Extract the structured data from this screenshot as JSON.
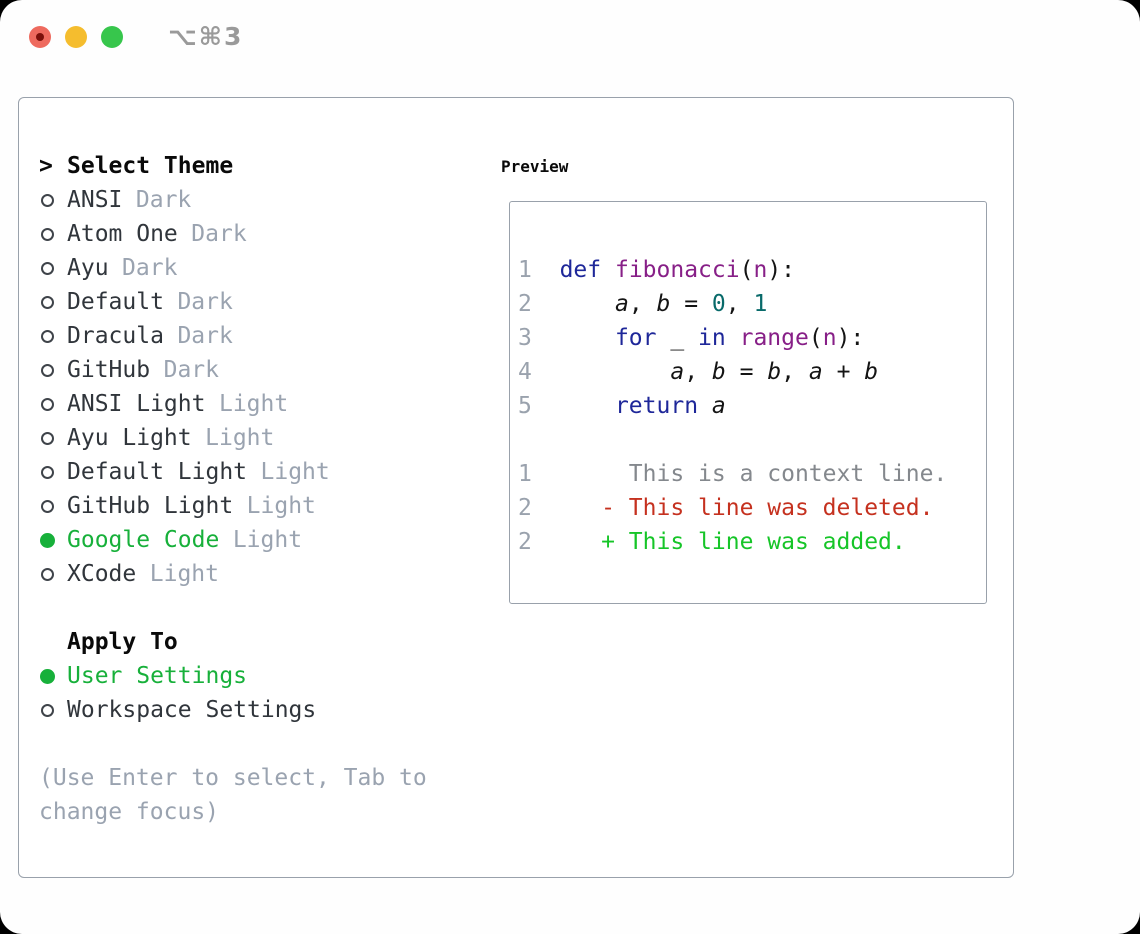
{
  "window": {
    "title_shortcut": "⌥⌘3"
  },
  "colors": {
    "window_red": "#ee6a5e",
    "window_red_dot": "#7b100a",
    "window_yellow": "#f5bd2e",
    "window_green": "#37c64c",
    "shortcut_gray": "#9a9a9a",
    "panel_border": "#99a1ab",
    "text_header": "#0a0a0a",
    "text_primary": "#30353b",
    "text_muted": "#9aa3b0",
    "accent_green": "#17b03a",
    "code_keyword": "#1e2799",
    "code_name": "#871f87",
    "code_number": "#086a6a",
    "code_plain": "#141414",
    "code_lineno": "#9aa2ad",
    "diff_context": "#84888d",
    "diff_deleted": "#c5311f",
    "diff_added": "#16c528"
  },
  "theme_list": {
    "header_marker": ">",
    "header": "Select Theme",
    "items": [
      {
        "name": "ANSI",
        "variant": "Dark",
        "selected": false
      },
      {
        "name": "Atom One",
        "variant": "Dark",
        "selected": false
      },
      {
        "name": "Ayu",
        "variant": "Dark",
        "selected": false
      },
      {
        "name": "Default",
        "variant": "Dark",
        "selected": false
      },
      {
        "name": "Dracula",
        "variant": "Dark",
        "selected": false
      },
      {
        "name": "GitHub",
        "variant": "Dark",
        "selected": false
      },
      {
        "name": "ANSI Light",
        "variant": "Light",
        "selected": false
      },
      {
        "name": "Ayu Light",
        "variant": "Light",
        "selected": false
      },
      {
        "name": "Default Light",
        "variant": "Light",
        "selected": false
      },
      {
        "name": "GitHub Light",
        "variant": "Light",
        "selected": false
      },
      {
        "name": "Google Code",
        "variant": "Light",
        "selected": true
      },
      {
        "name": "XCode",
        "variant": "Light",
        "selected": false
      }
    ]
  },
  "apply_to": {
    "title": "Apply To",
    "items": [
      {
        "label": "User Settings",
        "selected": true
      },
      {
        "label": "Workspace Settings",
        "selected": false
      }
    ]
  },
  "footer_hint": "(Use Enter to select, Tab to\nchange focus)",
  "preview": {
    "title": "Preview",
    "lines": [
      {
        "tokens": [
          {
            "t": "1",
            "c": "ln"
          },
          {
            "t": "  ",
            "c": "pl"
          },
          {
            "t": "def",
            "c": "kw"
          },
          {
            "t": " ",
            "c": "pl"
          },
          {
            "t": "fibonacci",
            "c": "nm"
          },
          {
            "t": "(",
            "c": "pl"
          },
          {
            "t": "n",
            "c": "nm"
          },
          {
            "t": "):",
            "c": "pl"
          }
        ]
      },
      {
        "tokens": [
          {
            "t": "2",
            "c": "ln"
          },
          {
            "t": "      ",
            "c": "pl"
          },
          {
            "t": "a",
            "c": "var"
          },
          {
            "t": ", ",
            "c": "pl"
          },
          {
            "t": "b",
            "c": "var"
          },
          {
            "t": " = ",
            "c": "pl"
          },
          {
            "t": "0",
            "c": "num"
          },
          {
            "t": ", ",
            "c": "pl"
          },
          {
            "t": "1",
            "c": "num"
          }
        ]
      },
      {
        "tokens": [
          {
            "t": "3",
            "c": "ln"
          },
          {
            "t": "      ",
            "c": "pl"
          },
          {
            "t": "for",
            "c": "kw"
          },
          {
            "t": " _ ",
            "c": "pl"
          },
          {
            "t": "in",
            "c": "kw"
          },
          {
            "t": " ",
            "c": "pl"
          },
          {
            "t": "range",
            "c": "nm"
          },
          {
            "t": "(",
            "c": "pl"
          },
          {
            "t": "n",
            "c": "nm"
          },
          {
            "t": "):",
            "c": "pl"
          }
        ]
      },
      {
        "tokens": [
          {
            "t": "4",
            "c": "ln"
          },
          {
            "t": "          ",
            "c": "pl"
          },
          {
            "t": "a",
            "c": "var"
          },
          {
            "t": ", ",
            "c": "pl"
          },
          {
            "t": "b",
            "c": "var"
          },
          {
            "t": " = ",
            "c": "pl"
          },
          {
            "t": "b",
            "c": "var"
          },
          {
            "t": ", ",
            "c": "pl"
          },
          {
            "t": "a",
            "c": "var"
          },
          {
            "t": " + ",
            "c": "pl"
          },
          {
            "t": "b",
            "c": "var"
          }
        ]
      },
      {
        "tokens": [
          {
            "t": "5",
            "c": "ln"
          },
          {
            "t": "      ",
            "c": "pl"
          },
          {
            "t": "return",
            "c": "kw"
          },
          {
            "t": " ",
            "c": "pl"
          },
          {
            "t": "a",
            "c": "var"
          }
        ]
      },
      {
        "tokens": []
      },
      {
        "tokens": [
          {
            "t": "1",
            "c": "ln"
          },
          {
            "t": "       This is a context line.",
            "c": "ctx"
          }
        ]
      },
      {
        "tokens": [
          {
            "t": "2",
            "c": "ln"
          },
          {
            "t": "     ",
            "c": "pl"
          },
          {
            "t": "- This line was deleted.",
            "c": "del"
          }
        ]
      },
      {
        "tokens": [
          {
            "t": "2",
            "c": "ln"
          },
          {
            "t": "     ",
            "c": "pl"
          },
          {
            "t": "+ This line was added.",
            "c": "add"
          }
        ]
      }
    ]
  }
}
